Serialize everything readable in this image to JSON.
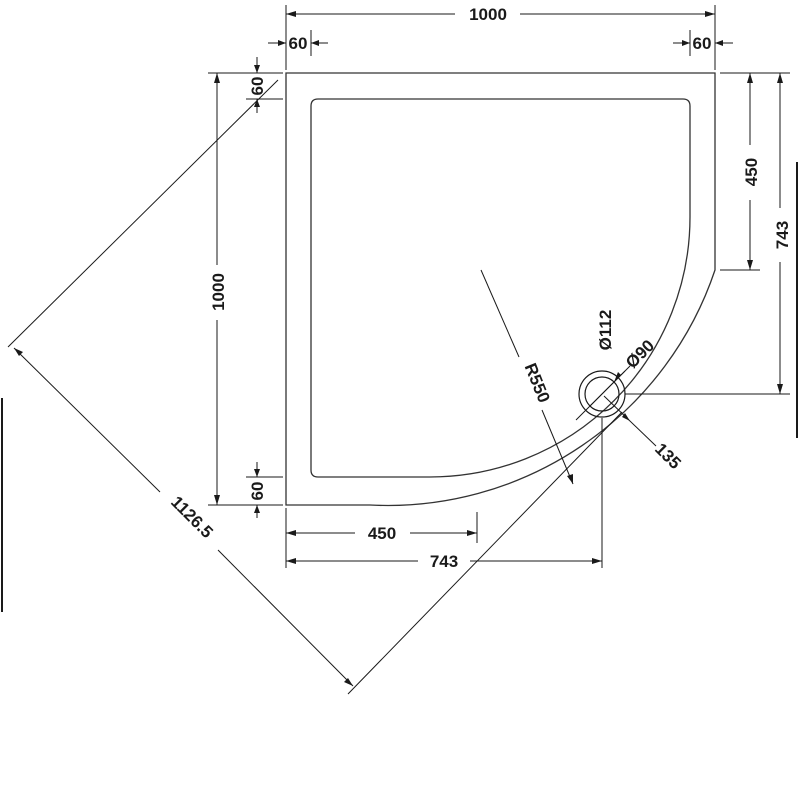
{
  "dimensions": {
    "top_width": "1000",
    "top_left_offset": "60",
    "top_right_offset": "60",
    "left_height": "1000",
    "left_top_offset": "60",
    "left_bottom_offset": "60",
    "right_straight": "450",
    "right_total": "743",
    "bottom_straight": "450",
    "bottom_total": "743",
    "diagonal": "1126.5",
    "radius": "R550",
    "waste_outer": "Ø112",
    "waste_inner": "Ø90",
    "waste_offset": "135"
  },
  "colors": {
    "line": "#1a1a1a",
    "tray_fill": "#ffffff"
  }
}
